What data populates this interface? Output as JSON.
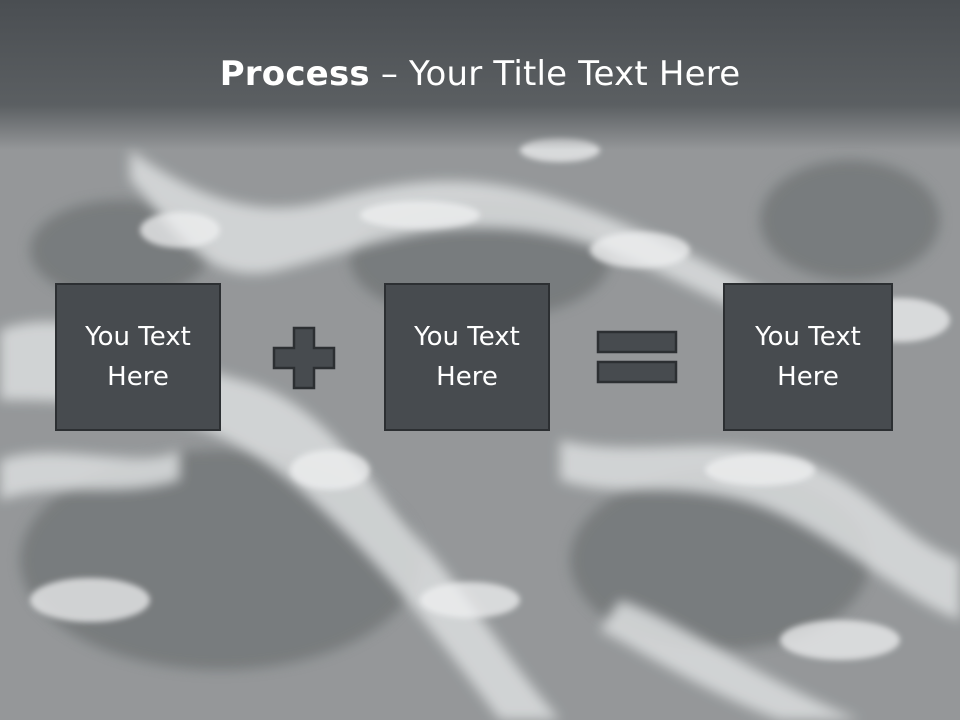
{
  "slide": {
    "title_bold": "Process",
    "title_rest": " – Your Title Text Here",
    "boxes": [
      {
        "label": "You Text Here"
      },
      {
        "label": "You Text Here"
      },
      {
        "label": "You Text Here"
      }
    ],
    "operators": [
      "plus-icon",
      "equals-icon"
    ],
    "colors": {
      "header": "#4a4e52",
      "box_fill": "#474b4f",
      "box_border": "#2c2f32",
      "text": "#ffffff",
      "background": "#8f9294"
    }
  }
}
